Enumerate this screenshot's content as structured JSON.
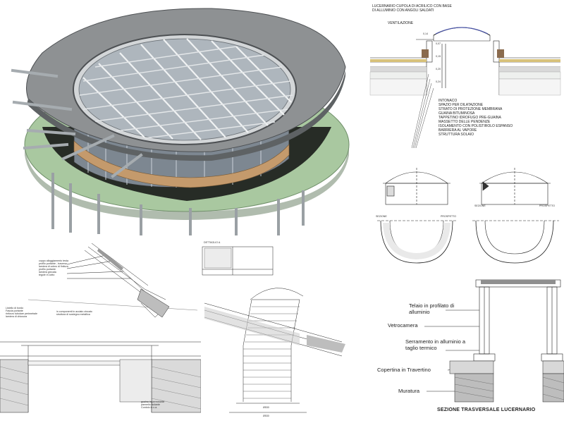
{
  "render_panel": {
    "description_icon": "circular-roof-skylight-3d-render"
  },
  "skylight_section": {
    "title_line1": "LUCERNARIO CUPOLA DI ACRILICO CON BASE",
    "title_line2": "DI ALLUMINIO CON ANGOLI SALDATI",
    "ventilation": "VENTILAZIONE",
    "dim_a": "0,14",
    "dim_b": "0,07",
    "dim_c": "0,15",
    "dim_d": "0,20",
    "dim_e": "0,24",
    "layers": [
      "INTONACO",
      "SPAZIO PER DILATAZIONE",
      "STRATO DI PROTEZIONE MEMBRANA",
      "GUAINA BITUMINOSA",
      "TAPPETINO IDROFUGO PRE-GUAINA",
      "MASSETTO DELLE PENDENZE",
      "ISOLAMENTO CON POLISTIROLO ESPANSO",
      "BARRIERA AL VAPORE",
      "STRUTTURA SOLAIO"
    ]
  },
  "dome_views": {
    "left_section": "SEZIONE",
    "left_elevation": "PROSPETTO",
    "right_section": "SEZIONE",
    "right_elevation": "PROSPETTO"
  },
  "roof_detail": {
    "callouts": [
      "coppo alloggiamento testa",
      "profilo portante - traverso",
      "lamiera di colmo di finitura",
      "profilo portante",
      "lamiera grecata",
      "tegole in cotto"
    ],
    "left_notes": [
      "Listello di bordo",
      "Fascia portante",
      "rinforzo tubolare perimetrale",
      "lamiera di chiusura"
    ],
    "mid_notes": [
      "in componenti in acciaio zincato",
      "struttura di sostegno metallica"
    ],
    "bottom_notes": [
      "guaina impermeabile",
      "pannello isolante",
      "Cordolo in c.a."
    ]
  },
  "tube_detail": {
    "top_ref": "DETTAGLIO A",
    "dims": [
      "Ø530",
      "Ø530"
    ]
  },
  "vertical_section": {
    "labels": [
      "Telaio in profilato di alluminio",
      "Vetrocamera",
      "Serramento in alluminio a taglio termico",
      "Copertina in Travertino",
      "Muratura"
    ],
    "caption": "SEZIONE TRASVERSALE LUCERNARIO"
  },
  "colors": {
    "roof_grey": "#8e9193",
    "lawn_green": "#a9c8a0",
    "wood": "#c49a6c",
    "glass": "#9ea7b3",
    "line": "#222222"
  }
}
